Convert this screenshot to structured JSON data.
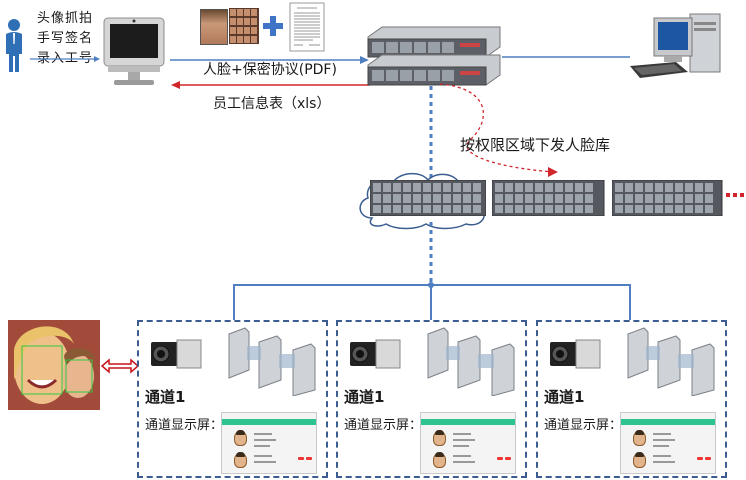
{
  "enroll_steps": [
    "头像抓拍",
    "手写签名",
    "录入工号"
  ],
  "arrow_up_label": "人脸+保密协议(PDF)",
  "arrow_down_label": "员工信息表（xls）",
  "distribute_label": "按权限区域下发人脸库",
  "channels": [
    {
      "title": "通道1",
      "screen_label": "通道显示屏："
    },
    {
      "title": "通道1",
      "screen_label": "通道显示屏："
    },
    {
      "title": "通道1",
      "screen_label": "通道显示屏："
    }
  ],
  "colors": {
    "line_blue": "#4f7fc1",
    "arrow_red": "#d0262c",
    "dashed_border": "#3b5d8f",
    "screen_accent": "#2ec48f",
    "person_icon": "#2f6fb6"
  },
  "icons": [
    "person-icon",
    "monitor-icon",
    "face-photo-icon",
    "face-mosaic-icon",
    "plus-icon",
    "document-icon",
    "rack-server-icon",
    "desktop-pc-icon",
    "cloud-icon",
    "storage-array-icon",
    "camera-icon",
    "turnstile-icon",
    "face-photo-icon",
    "double-arrow-icon"
  ]
}
